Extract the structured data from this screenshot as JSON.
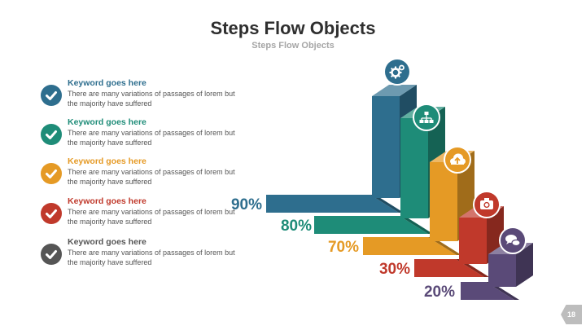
{
  "header": {
    "title": "Steps Flow Objects",
    "subtitle": "Steps Flow Objects"
  },
  "items": [
    {
      "keyword": "Keyword goes here",
      "text": "There are many variations of passages of lorem but the majority have suffered",
      "color": "#2e6e8e"
    },
    {
      "keyword": "Keyword goes here",
      "text": "There are many variations of passages of lorem but the majority have suffered",
      "color": "#1e8c78"
    },
    {
      "keyword": "Keyword goes here",
      "text": "There are many variations of passages of lorem but the majority have suffered",
      "color": "#e59a25"
    },
    {
      "keyword": "Keyword goes here",
      "text": "There are many variations of passages of lorem but the majority have suffered",
      "color": "#c0392b"
    },
    {
      "keyword": "Keyword goes here",
      "text": "There are many variations of passages of lorem but the majority have suffered",
      "color": "#555555"
    }
  ],
  "steps": [
    {
      "percent": "90%",
      "value": 90,
      "color": "#2e6e8e",
      "icon": "gears-icon"
    },
    {
      "percent": "80%",
      "value": 80,
      "color": "#1e8c78",
      "icon": "org-chart-icon"
    },
    {
      "percent": "70%",
      "value": 70,
      "color": "#e59a25",
      "icon": "cloud-upload-icon"
    },
    {
      "percent": "30%",
      "value": 30,
      "color": "#c0392b",
      "icon": "camera-icon"
    },
    {
      "percent": "20%",
      "value": 20,
      "color": "#5a4a78",
      "icon": "chat-bubbles-icon"
    }
  ],
  "footer": {
    "page_number": "18"
  }
}
